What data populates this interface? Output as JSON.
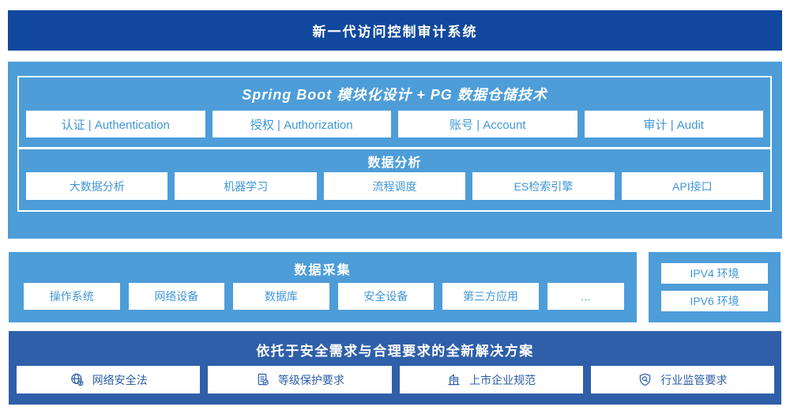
{
  "header": {
    "title": "新一代访问控制审计系统"
  },
  "platform": {
    "sections": [
      {
        "title": "Spring Boot 模块化设计 + PG 数据仓储技术",
        "items": [
          "认证 | Authentication",
          "授权 | Authorization",
          "账号 | Account",
          "审计 | Audit"
        ]
      },
      {
        "title": "数据分析",
        "items": [
          "大数据分析",
          "机器学习",
          "流程调度",
          "ES检索引擎",
          "API接口"
        ]
      }
    ]
  },
  "collection": {
    "title": "数据采集",
    "items": [
      "操作系统",
      "网络设备",
      "数据库",
      "安全设备",
      "第三方应用",
      "…"
    ]
  },
  "environment": {
    "items": [
      "IPV4 环境",
      "IPV6 环境"
    ]
  },
  "solution": {
    "title": "依托于安全需求与合理要求的全新解决方案",
    "items": [
      {
        "icon": "globe-pin-icon",
        "label": "网络安全法"
      },
      {
        "icon": "document-check-icon",
        "label": "等级保护要求"
      },
      {
        "icon": "building-icon",
        "label": "上市企业规范"
      },
      {
        "icon": "shield-search-icon",
        "label": "行业监管要求"
      }
    ]
  },
  "colors": {
    "banner_bg": "#11489E",
    "panel_bg": "#4D9DD9",
    "solution_bg": "#2E5FA8",
    "light_button_text": "#4096D6",
    "dark_button_text": "#2E5FA8"
  }
}
